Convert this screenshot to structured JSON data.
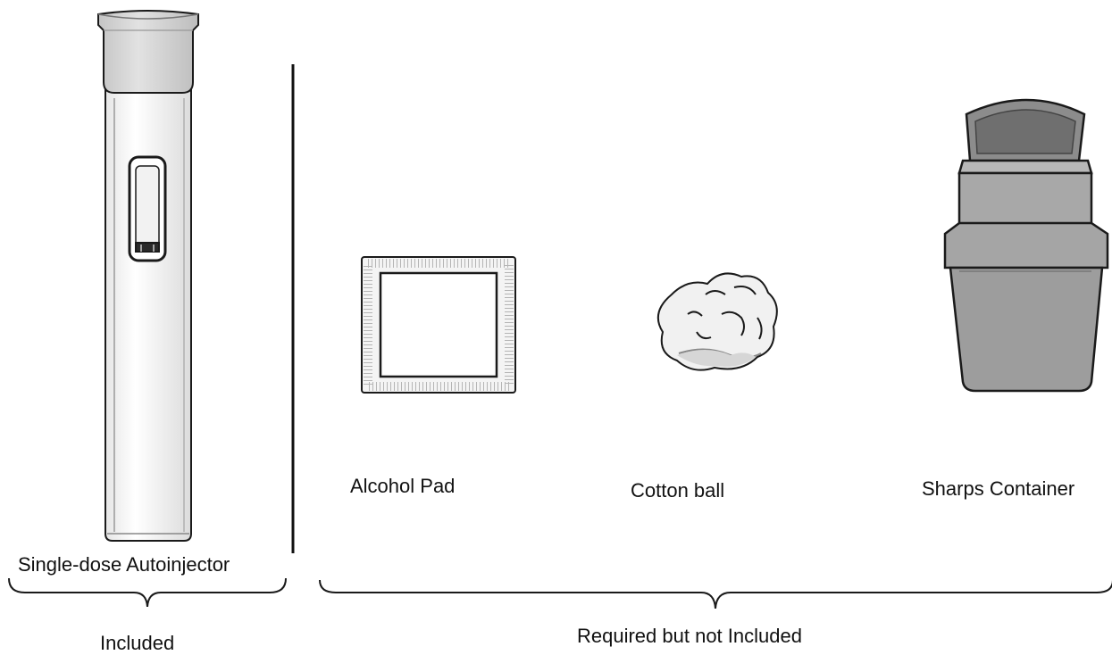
{
  "labels": {
    "autoinjector": "Single-dose Autoinjector",
    "alcohol_pad": "Alcohol Pad",
    "cotton_ball": "Cotton ball",
    "sharps_container": "Sharps Container",
    "included": "Included",
    "required_not_included": "Required but not Included"
  },
  "colors": {
    "outline": "#1a1a1a",
    "cap_gray": "#d2d2d2",
    "container_gray": "#a9a9a9",
    "lid_gray": "#8c8c8c"
  }
}
